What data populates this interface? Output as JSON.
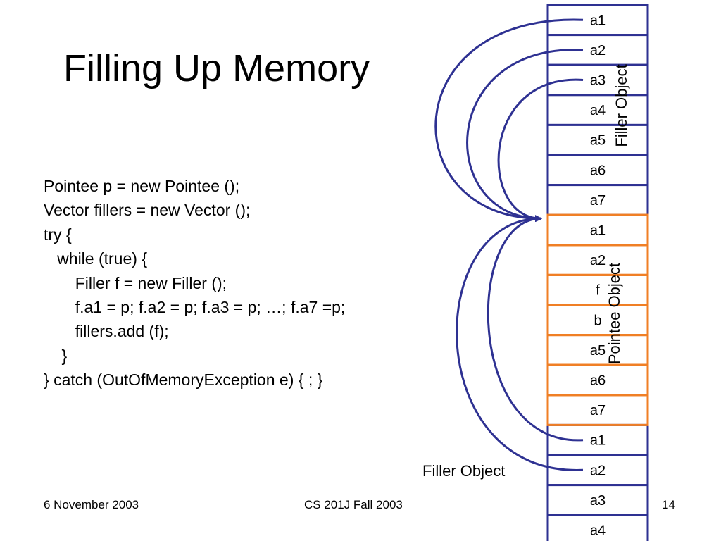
{
  "slide": {
    "title": "Filling Up Memory",
    "code_lines": [
      "Pointee p = new Pointee ();",
      "Vector fillers = new Vector ();",
      "try {",
      "   while (true) {",
      "       Filler f = new Filler ();",
      "       f.a1 = p; f.a2 = p; f.a3 = p; …; f.a7 =p;",
      "       fillers.add (f);",
      "    }",
      "} catch (OutOfMemoryException e) { ; }"
    ],
    "footer": {
      "date": "6 November 2003",
      "course": "CS 201J Fall 2003",
      "page": "14"
    }
  },
  "memory": {
    "cells": [
      {
        "label": "a1",
        "group": "filler"
      },
      {
        "label": "a2",
        "group": "filler"
      },
      {
        "label": "a3",
        "group": "filler"
      },
      {
        "label": "a4",
        "group": "filler"
      },
      {
        "label": "a5",
        "group": "filler"
      },
      {
        "label": "a6",
        "group": "filler"
      },
      {
        "label": "a7",
        "group": "filler"
      },
      {
        "label": "a1",
        "group": "pointee"
      },
      {
        "label": "a2",
        "group": "pointee"
      },
      {
        "label": "f",
        "group": "pointee"
      },
      {
        "label": "b",
        "group": "pointee"
      },
      {
        "label": "a5",
        "group": "pointee"
      },
      {
        "label": "a6",
        "group": "pointee"
      },
      {
        "label": "a7",
        "group": "pointee"
      },
      {
        "label": "a1",
        "group": "filler2"
      },
      {
        "label": "a2",
        "group": "filler2"
      },
      {
        "label": "a3",
        "group": "filler2"
      },
      {
        "label": "a4",
        "group": "filler2"
      }
    ],
    "labels": {
      "filler_object_top": "Filler Object",
      "pointee_object": "Pointee Object",
      "filler_object_bottom": "Filler Object"
    },
    "colors": {
      "filler_border": "#2e3192",
      "pointee_border": "#f07f25",
      "arrow": "#2e3192"
    }
  }
}
